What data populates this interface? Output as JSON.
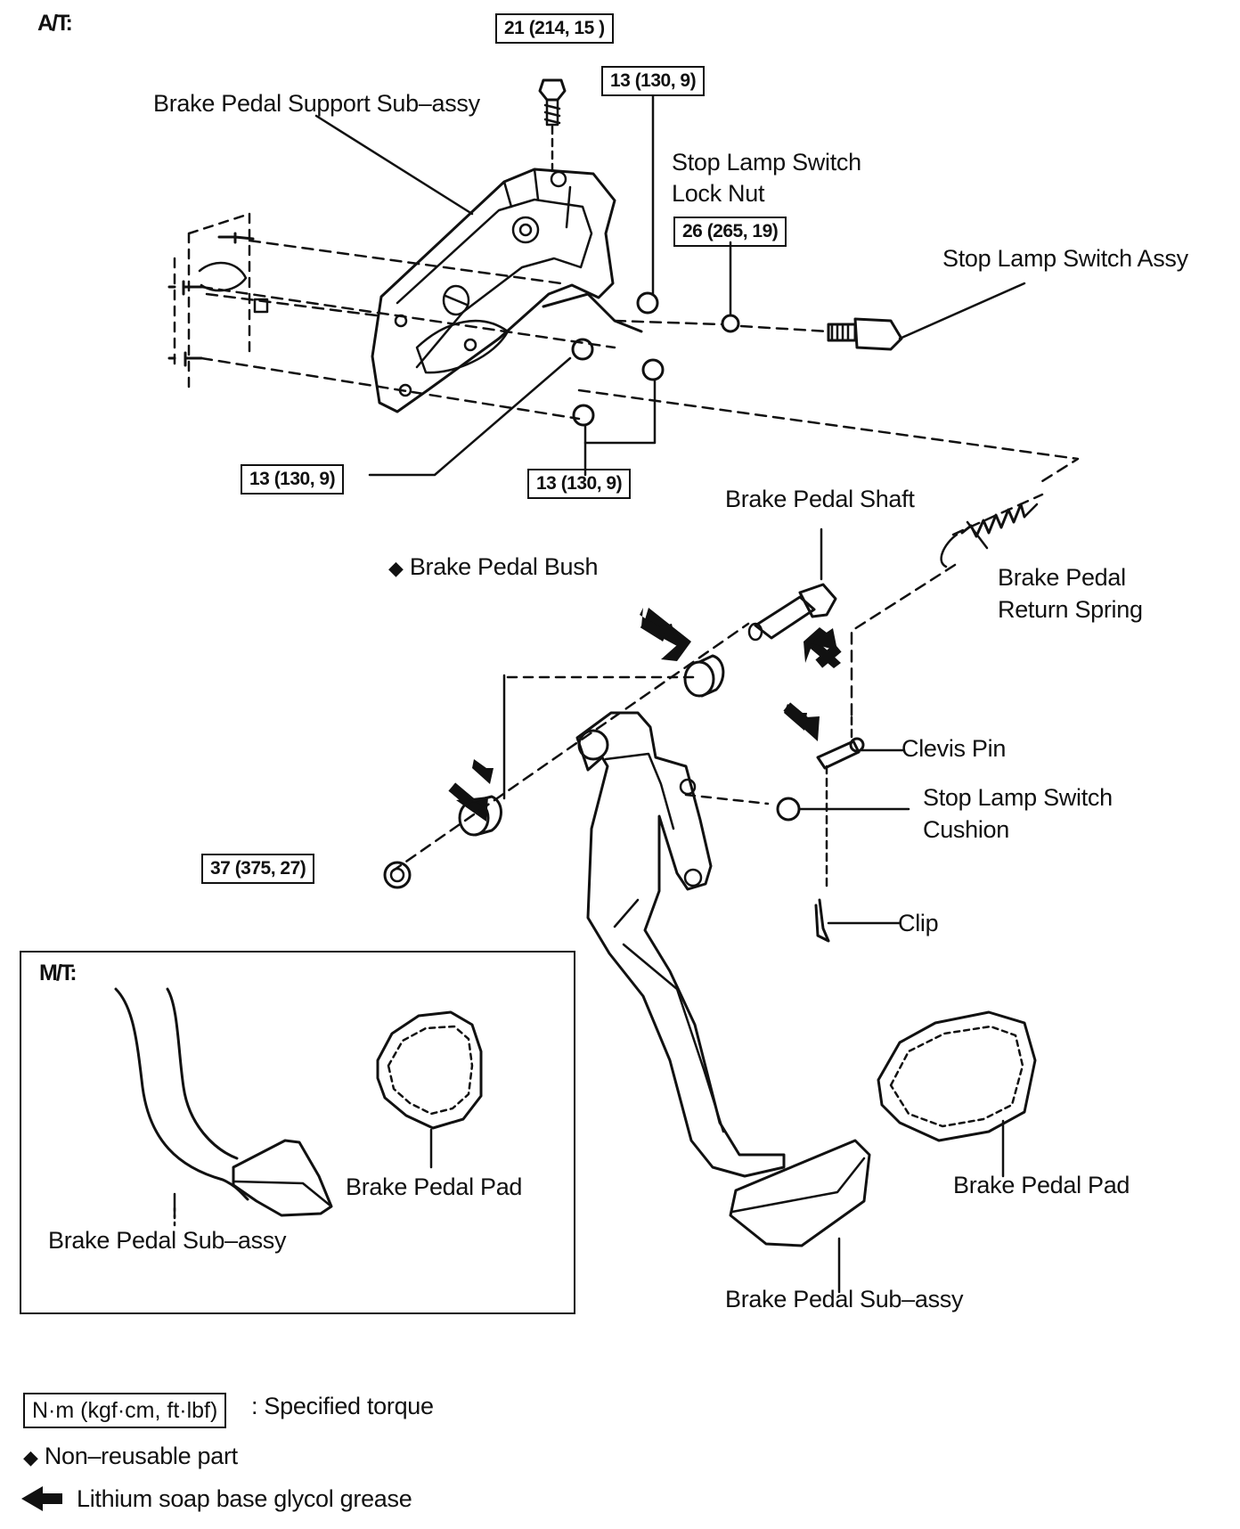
{
  "diagram": {
    "at_title": "A/T:",
    "mt_title": "M/T:",
    "torque": {
      "t21": "21 (214, 15 )",
      "t13a": "13 (130, 9)",
      "t26": "26 (265, 19)",
      "t13b": "13 (130, 9)",
      "t13c": "13 (130, 9)",
      "t37": "37 (375, 27)"
    },
    "labels": {
      "support": "Brake Pedal Support Sub–assy",
      "lock_nut_1": "Stop Lamp Switch",
      "lock_nut_2": "Lock Nut",
      "switch_assy": "Stop Lamp Switch Assy",
      "shaft": "Brake Pedal Shaft",
      "bush": "Brake Pedal Bush",
      "bush_marker": "◆",
      "spring_1": "Brake Pedal",
      "spring_2": "Return Spring",
      "clevis": "Clevis Pin",
      "cushion_1": "Stop Lamp Switch",
      "cushion_2": "Cushion",
      "clip": "Clip",
      "pad_at": "Brake Pedal Pad",
      "pedal_at": "Brake Pedal Sub–assy",
      "pad_mt": "Brake Pedal Pad",
      "pedal_mt": "Brake Pedal Sub–assy"
    },
    "legend": {
      "torque_unit": "N·m (kgf·cm, ft·lbf)",
      "torque_text": ": Specified torque",
      "nonreusable_marker": "◆",
      "nonreusable_text": "Non–reusable part",
      "grease_text": "Lithium soap base glycol grease"
    }
  }
}
